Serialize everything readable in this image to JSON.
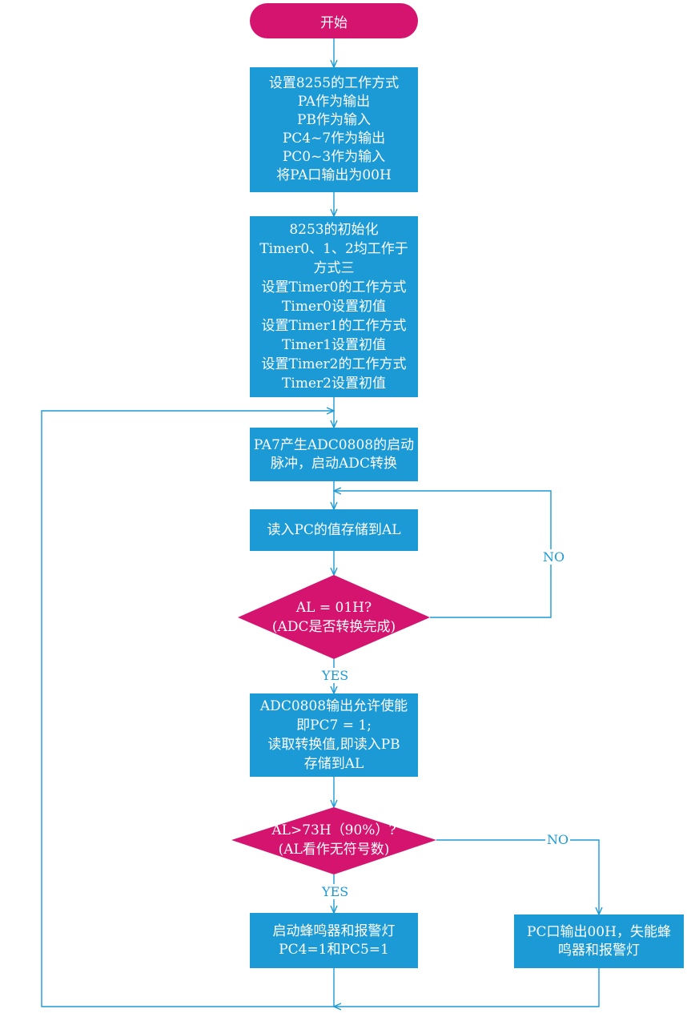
{
  "start": "开始",
  "step1": [
    "设置8255的工作方式",
    "PA作为输出",
    "PB作为输入",
    "PC4~7作为输出",
    "PC0~3作为输入",
    "将PA口输出为00H"
  ],
  "step2": [
    "8253的初始化",
    "Timer0、1、2均工作于",
    "方式三",
    "设置Timer0的工作方式",
    "Timer0设置初值",
    "设置Timer1的工作方式",
    "Timer1设置初值",
    "设置Timer2的工作方式",
    "Timer2设置初值"
  ],
  "step3": [
    "PA7产生ADC0808的启动",
    "脉冲，启动ADC转换"
  ],
  "step4": [
    "读入PC的值存储到AL"
  ],
  "decision1": [
    "AL = 01H?",
    "(ADC是否转换完成)"
  ],
  "step5": [
    "ADC0808输出允许使能",
    "即PC7 = 1;",
    "读取转换值,即读入PB",
    "存储到AL"
  ],
  "decision2": [
    "AL>73H（90%）?",
    "(AL看作无符号数)"
  ],
  "step6": [
    "启动蜂鸣器和报警灯",
    "PC4=1和PC5=1"
  ],
  "step7": [
    "PC口输出00H，失能蜂",
    "鸣器和报警灯"
  ],
  "labels": {
    "no1": "NO",
    "yes1": "YES",
    "no2": "NO",
    "yes2": "YES"
  },
  "colors": {
    "process": "#1b9ad6",
    "decision": "#d4146f",
    "arrow": "#1b9ad6"
  }
}
